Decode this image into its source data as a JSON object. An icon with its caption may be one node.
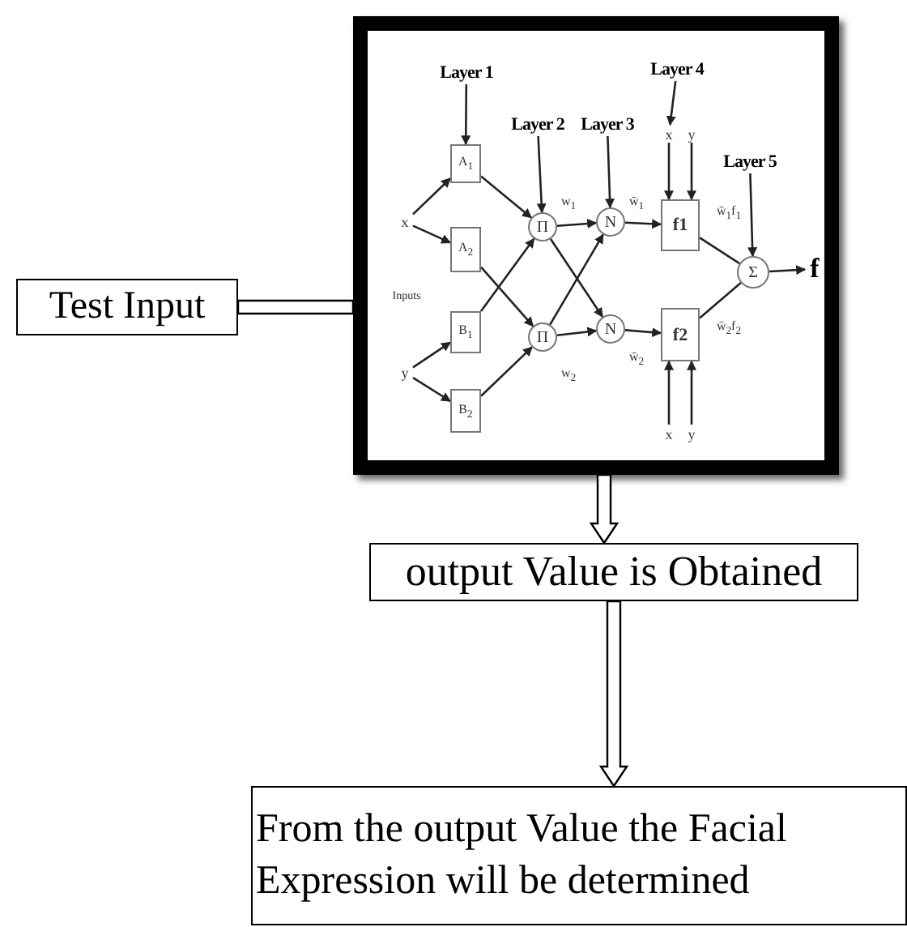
{
  "diagram": {
    "nodes": [
      {
        "text": [
          "Test Input"
        ]
      },
      {
        "text": [],
        "shape": "box"
      },
      {
        "text": [
          "Layer 1"
        ],
        "in": 1
      },
      {
        "text": [
          "Layer 2"
        ],
        "in": 1
      },
      {
        "text": [
          "Layer 3"
        ],
        "in": 1
      },
      {
        "text": [
          "Layer 4"
        ],
        "in": 1
      },
      {
        "text": [
          "Layer 5"
        ],
        "in": 1
      },
      {
        "text": [
          "x"
        ],
        "in": 1
      },
      {
        "text": [
          "y"
        ],
        "in": 1
      },
      {
        "text": [
          "A$_{1}$"
        ],
        "in": 1
      },
      {
        "text": [
          "A$_{2}$"
        ],
        "in": 1
      },
      {
        "text": [
          "B$_{1}$"
        ],
        "in": 1
      },
      {
        "text": [
          "B$_{2}$"
        ],
        "in": 1
      },
      {
        "text": [
          "Π"
        ],
        "in": 1
      },
      {
        "text": [
          "Π"
        ],
        "in": 1
      },
      {
        "text": [
          "N"
        ],
        "in": 1
      },
      {
        "text": [
          "N"
        ],
        "in": 1
      },
      {
        "text": [
          "f1"
        ],
        "in": 1
      },
      {
        "text": [
          "f2"
        ],
        "in": 1
      },
      {
        "text": [
          "x"
        ],
        "in": 1
      },
      {
        "text": [
          "y"
        ],
        "in": 1
      },
      {
        "text": [
          "x"
        ],
        "in": 1
      },
      {
        "text": [
          "y"
        ],
        "in": 1
      },
      {
        "text": [
          "Σ"
        ],
        "in": 1
      },
      {
        "text": [
          "f"
        ],
        "in": 1
      },
      {
        "text": [
          "output Value is Obtained"
        ]
      },
      {
        "text": [
          "From the output Value the Facial Expression will be determined"
        ]
      }
    ],
    "edges": [
      {
        "from": 0,
        "to": 1,
        "arrow": "none",
        "style": "thick"
      },
      {
        "from": 2,
        "to": 9,
        "arrow": "to"
      },
      {
        "from": 3,
        "to": 13,
        "arrow": "to"
      },
      {
        "from": 4,
        "to": 15,
        "arrow": "to"
      },
      {
        "from": 5,
        "to": 19,
        "arrow": "to"
      },
      {
        "from": 6,
        "to": 23,
        "arrow": "to"
      },
      {
        "from": 7,
        "to": 9,
        "arrow": "to"
      },
      {
        "from": 7,
        "to": 10,
        "arrow": "to"
      },
      {
        "from": 8,
        "to": 11,
        "arrow": "to"
      },
      {
        "from": 8,
        "to": 12,
        "arrow": "to"
      },
      {
        "from": 9,
        "to": 13,
        "arrow": "to"
      },
      {
        "from": 10,
        "to": 14,
        "arrow": "to"
      },
      {
        "from": 11,
        "to": 13,
        "arrow": "to"
      },
      {
        "from": 12,
        "to": 14,
        "arrow": "to"
      },
      {
        "from": 13,
        "to": 15,
        "arrow": "to"
      },
      {
        "from": 13,
        "to": 16,
        "arrow": "to"
      },
      {
        "from": 14,
        "to": 15,
        "arrow": "to"
      },
      {
        "from": 14,
        "to": 16,
        "arrow": "to"
      },
      {
        "from": 15,
        "to": 17,
        "arrow": "to"
      },
      {
        "from": 16,
        "to": 18,
        "arrow": "to"
      },
      {
        "from": 19,
        "to": 17,
        "arrow": "to"
      },
      {
        "from": 20,
        "to": 17,
        "arrow": "to"
      },
      {
        "from": 21,
        "to": 18,
        "arrow": "to"
      },
      {
        "from": 22,
        "to": 18,
        "arrow": "to"
      },
      {
        "from": 17,
        "to": 23,
        "arrow": "none"
      },
      {
        "from": 18,
        "to": 23,
        "arrow": "none"
      },
      {
        "from": 23,
        "to": 24,
        "arrow": "to"
      },
      {
        "from": 1,
        "to": 25,
        "arrow": "to",
        "style": "thick"
      },
      {
        "from": 25,
        "to": 26,
        "arrow": "to",
        "style": "thick"
      }
    ],
    "labels": [
      "Inputs",
      "w$_{1}$",
      "w̄$_{1}$",
      "w̄$_{1}$f$_{1}$",
      "w$_{2}$",
      "w̄$_{2}$",
      "w̄$_{2}$f$_{2}$"
    ]
  }
}
